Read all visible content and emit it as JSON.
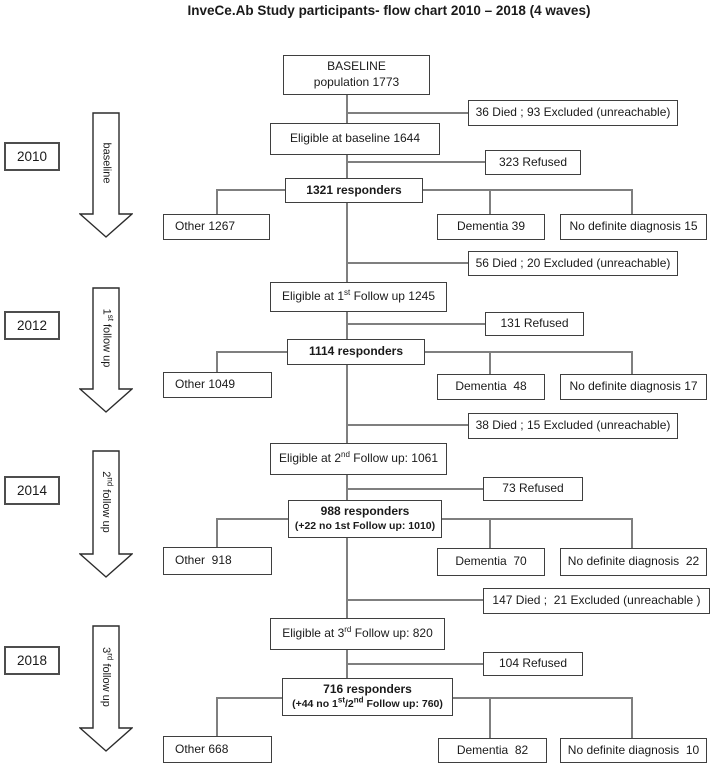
{
  "title": "InveCe.Ab Study participants- flow chart 2010 – 2018 (4 waves)",
  "baseline": {
    "line1": "BASELINE",
    "line2": "population 1773"
  },
  "waves": [
    {
      "year": "2010",
      "arrow": {
        "pre": "baseline",
        "sup": "",
        "post": ""
      },
      "died": "36 Died ; 93 Excluded (unreachable)",
      "eligible": {
        "pre": "Eligible at baseline 1644",
        "sup": "",
        "post": ""
      },
      "refused": "323 Refused",
      "responders": "1321 responders",
      "other": "Other 1267",
      "dementia": "Dementia 39",
      "no_diagnosis": "No definite diagnosis 15"
    },
    {
      "year": "2012",
      "arrow": {
        "pre": "1",
        "sup": "st",
        "post": " follow up"
      },
      "died": "56 Died ; 20 Excluded (unreachable)",
      "eligible": {
        "pre": "Eligible at 1",
        "sup": "st",
        "post": " Follow up 1245"
      },
      "refused": "131 Refused",
      "responders": "1114 responders",
      "other": "Other 1049",
      "dementia": "Dementia  48",
      "no_diagnosis": "No definite diagnosis 17"
    },
    {
      "year": "2014",
      "arrow": {
        "pre": "2",
        "sup": "nd",
        "post": " follow up"
      },
      "died": "38 Died ; 15 Excluded (unreachable)",
      "eligible": {
        "pre": "Eligible at 2",
        "sup": "nd",
        "post": " Follow up: 1061"
      },
      "refused": "73 Refused",
      "responders": "988 responders",
      "note": {
        "p1": "(+22 no 1st Follow up: 1010)",
        "s1": "",
        "p2": "",
        "s2": "",
        "p3": ""
      },
      "other": "Other  918",
      "dementia": "Dementia  70",
      "no_diagnosis": "No definite diagnosis  22"
    },
    {
      "year": "2018",
      "arrow": {
        "pre": "3",
        "sup": "rd",
        "post": " follow up"
      },
      "died": "147 Died ;  21 Excluded (unreachable )",
      "eligible": {
        "pre": "Eligible at 3",
        "sup": "rd",
        "post": " Follow up: 820"
      },
      "refused": "104 Refused",
      "responders": "716 responders",
      "note": {
        "p1": "(+44 no 1",
        "s1": "st",
        "p2": "/2",
        "s2": "nd",
        "p3": " Follow up: 760)"
      },
      "other": "Other 668",
      "dementia": "Dementia  82",
      "no_diagnosis": "No definite diagnosis  10"
    }
  ]
}
